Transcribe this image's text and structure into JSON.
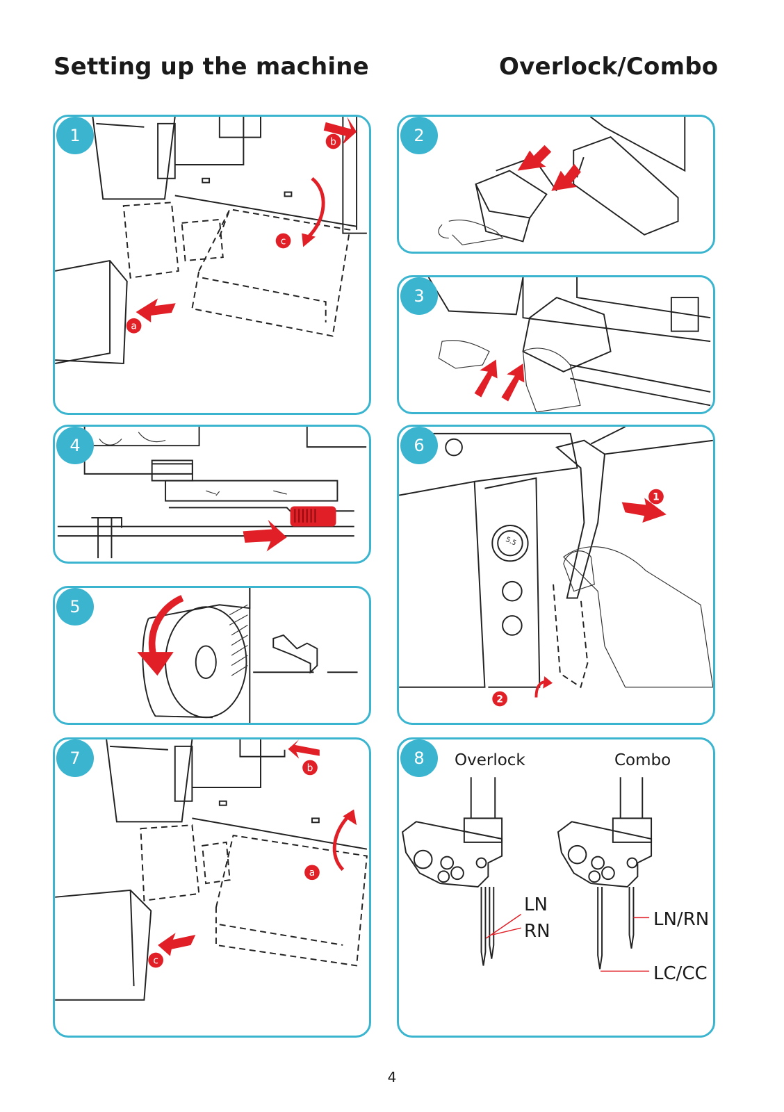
{
  "header": {
    "left_title": "Setting up the machine",
    "right_title": "Overlock/Combo"
  },
  "panels": [
    {
      "number": "1",
      "markers": [
        "a",
        "b",
        "c"
      ]
    },
    {
      "number": "2"
    },
    {
      "number": "3"
    },
    {
      "number": "4"
    },
    {
      "number": "5"
    },
    {
      "number": "6",
      "markers": [
        "1",
        "2"
      ],
      "dial_value": "5.5"
    },
    {
      "number": "7",
      "markers": [
        "a",
        "b",
        "c"
      ]
    },
    {
      "number": "8",
      "labels": {
        "overlock": "Overlock",
        "combo": "Combo",
        "ln": "LN",
        "rn": "RN",
        "ln_rn": "LN/RN",
        "lc_cc": "LC/CC"
      }
    }
  ],
  "footer": {
    "page_number": "4"
  },
  "colors": {
    "accent": "#3bb5cf",
    "arrow": "#e01f26"
  }
}
